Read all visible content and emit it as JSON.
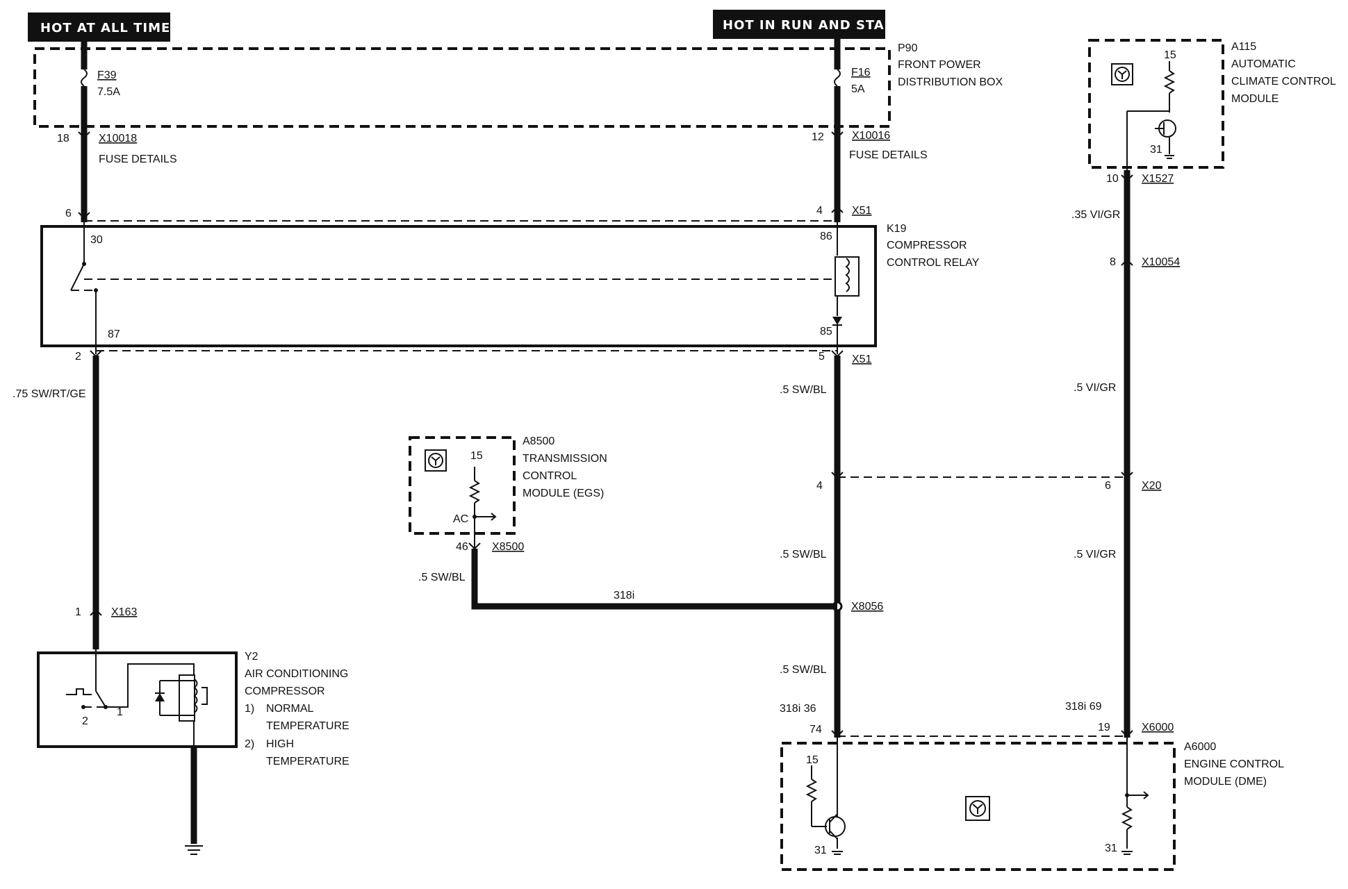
{
  "headers": {
    "hot_at_all_times": "HOT AT ALL TIMES",
    "hot_in_run_and_start": "HOT IN RUN AND START"
  },
  "p90": {
    "id": "P90",
    "line1": "FRONT POWER",
    "line2": "DISTRIBUTION BOX",
    "fuse_f39": "F39",
    "fuse_f39_rating": "7.5A",
    "fuse_f16": "F16",
    "fuse_f16_rating": "5A"
  },
  "connectors": {
    "x10018": "X10018",
    "x10018_pin": "18",
    "x10016": "X10016",
    "x10016_pin": "12",
    "fuse_details": "FUSE DETAILS",
    "x51": "X51",
    "x51_pin_6": "6",
    "x51_pin_4": "4",
    "x51_pin_2": "2",
    "x51_pin_5": "5",
    "x1527": "X1527",
    "x1527_pin": "10",
    "x10054": "X10054",
    "x10054_pin": "8",
    "x20": "X20",
    "x20_pin_4": "4",
    "x20_pin_6": "6",
    "x8500": "X8500",
    "x8500_pin": "46",
    "x8056": "X8056",
    "x163": "X163",
    "x163_pin": "1",
    "x6000": "X6000",
    "x6000_pin_74": "74",
    "x6000_pin_19": "19",
    "pin_318i_36": "318i  36",
    "pin_318i_69": "318i  69"
  },
  "k19": {
    "id": "K19",
    "line1": "COMPRESSOR",
    "line2": "CONTROL RELAY",
    "pin30": "30",
    "pin86": "86",
    "pin87": "87",
    "pin85": "85"
  },
  "a115": {
    "id": "A115",
    "line1": "AUTOMATIC",
    "line2": "CLIMATE CONTROL",
    "line3": "MODULE",
    "term15": "15",
    "term31": "31"
  },
  "a8500": {
    "id": "A8500",
    "line1": "TRANSMISSION",
    "line2": "CONTROL",
    "line3": "MODULE (EGS)",
    "term15": "15",
    "ac": "AC"
  },
  "y2": {
    "id": "Y2",
    "line1": "AIR CONDITIONING",
    "line2": "COMPRESSOR",
    "note1_num": "1)",
    "note1_a": "NORMAL",
    "note1_b": "TEMPERATURE",
    "note2_num": "2)",
    "note2_a": "HIGH",
    "note2_b": "TEMPERATURE",
    "switch_pos1": "1",
    "switch_pos2": "2"
  },
  "a6000": {
    "id": "A6000",
    "line1": "ENGINE CONTROL",
    "line2": "MODULE (DME)",
    "term15": "15",
    "term31a": "31",
    "term31b": "31"
  },
  "wires": {
    "w_075_sw_rt_ge": ".75 SW/RT/GE",
    "w_05_sw_bl_a": ".5 SW/BL",
    "w_05_sw_bl_b": ".5 SW/BL",
    "w_05_sw_bl_c": ".5 SW/BL",
    "w_05_sw_bl_egs": ".5 SW/BL",
    "w_035_vi_gr": ".35 VI/GR",
    "w_05_vi_gr_a": ".5 VI/GR",
    "w_05_vi_gr_b": ".5 VI/GR",
    "variant_318i": "318i"
  },
  "icons": [
    "fuse-icon",
    "coil-icon",
    "diode-icon",
    "transistor-icon",
    "resistor-icon",
    "ground-icon",
    "control-module-icon"
  ]
}
